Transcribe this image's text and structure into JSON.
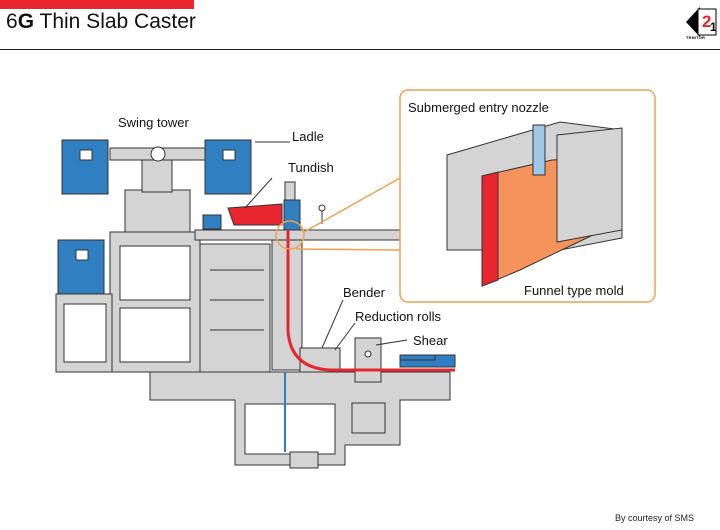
{
  "header": {
    "title_number": "6",
    "title_letter": "G",
    "title_text": "Thin Slab Caster",
    "logo_text": "TRINTOR"
  },
  "labels": {
    "swing_tower": "Swing tower",
    "ladle": "Ladle",
    "tundish": "Tundish",
    "bender": "Bender",
    "reduction_rolls": "Reduction rolls",
    "shear": "Shear",
    "submerged_entry_nozzle": "Submerged entry nozzle",
    "funnel_type_mold": "Funnel type mold"
  },
  "footer": {
    "credit": "By courtesy of SMS"
  },
  "colors": {
    "accent": "#e8262f",
    "equipment_blue": "#2f7fc1",
    "structure_gray": "#d4d4d4",
    "steel_red": "#e8262f",
    "mold_orange": "#f6935c",
    "callout_orange": "#f0a050"
  }
}
